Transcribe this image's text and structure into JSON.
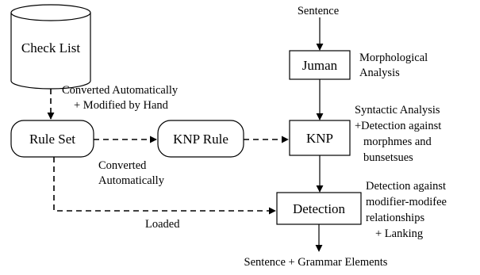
{
  "nodes": {
    "check_list": "Check List",
    "rule_set": "Rule Set",
    "knp_rule": "KNP Rule",
    "juman": "Juman",
    "knp": "KNP",
    "detection": "Detection"
  },
  "labels": {
    "input_sentence": "Sentence",
    "converted_automatically_modified": [
      "Converted Automatically",
      "+ Modified by Hand"
    ],
    "converted_automatically": [
      "Converted",
      "Automatically"
    ],
    "loaded": "Loaded",
    "morphological_analysis": [
      "Morphological",
      "Analysis"
    ],
    "syntactic_analysis": [
      "Syntactic Analysis",
      "+Detection against",
      "morphmes and",
      "bunsetsues"
    ],
    "detection_notes": [
      "Detection against",
      "modifier-modifee",
      "relationships",
      "+ Lanking"
    ],
    "output": "Sentence + Grammar Elements"
  },
  "colors": {
    "stroke": "#000000",
    "fill": "#ffffff",
    "text": "#000000"
  }
}
